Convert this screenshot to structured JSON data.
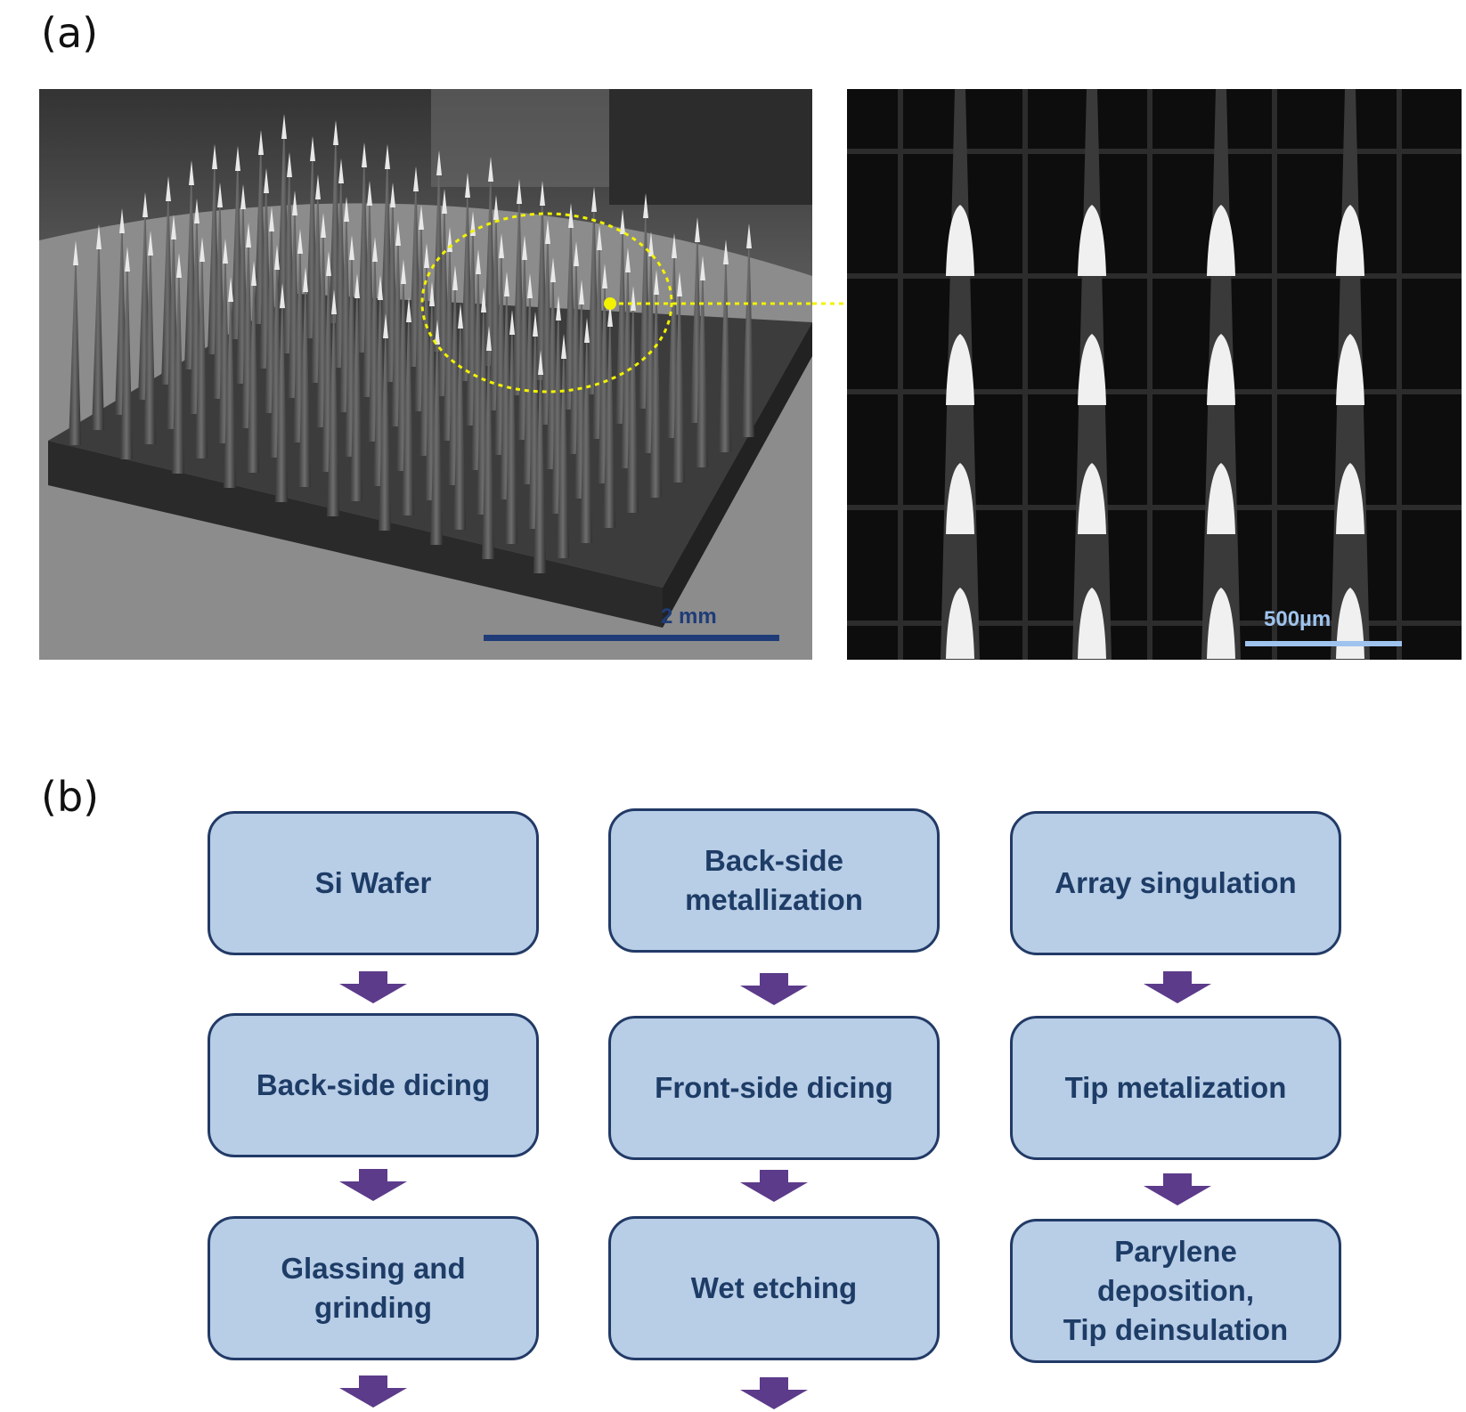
{
  "figure": {
    "panel_a_label": "(a)",
    "panel_b_label": "(b)"
  },
  "sem_left": {
    "scale_label": "2 mm",
    "scale_color": "#1f3c78",
    "highlight_color": "#f2f200"
  },
  "sem_right": {
    "scale_label": "500µm",
    "scale_color": "#9ec3ee"
  },
  "flowchart": {
    "box_fill": "#b8cde6",
    "box_border": "#223a66",
    "text_color": "#1d3c66",
    "arrow_color": "#5c3b8a",
    "columns": [
      {
        "steps": [
          "Si Wafer",
          "Back-side dicing",
          "Glassing and\ngrinding"
        ]
      },
      {
        "steps": [
          "Back-side\nmetallization",
          "Front-side dicing",
          "Wet etching"
        ]
      },
      {
        "steps": [
          "Array singulation",
          "Tip metalization",
          "Parylene\ndeposition,\nTip deinsulation"
        ]
      }
    ]
  }
}
